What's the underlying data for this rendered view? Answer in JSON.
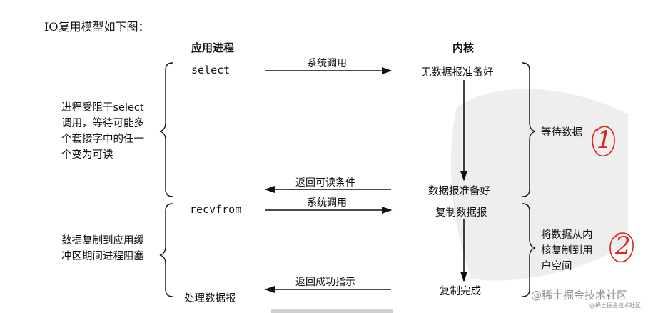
{
  "intro_text": "IO复用模型如下图：",
  "headers": {
    "app": "应用进程",
    "kernel": "内核"
  },
  "app_calls": {
    "select": "select",
    "recvfrom": "recvfrom",
    "process": "处理数据报"
  },
  "arrows": {
    "syscall_1": "系统调用",
    "return_readable": "返回可读条件",
    "syscall_2": "系统调用",
    "return_success": "返回成功指示"
  },
  "kernel_states": {
    "no_datagram": "无数据报准备好",
    "datagram_ready": "数据报准备好",
    "copy_datagram": "复制数据报",
    "copy_complete": "复制完成"
  },
  "left_notes": {
    "blocked_select": [
      "进程受阻于select",
      "调用，等待可能多",
      "个套接字中的任一",
      "个变为可读"
    ],
    "blocked_copy": [
      "数据复制到应用缓",
      "冲区期间进程阻塞"
    ]
  },
  "right_notes": {
    "wait_data": "等待数据",
    "copy_to_user": [
      "将数据从内",
      "核复制到用",
      "户空间"
    ]
  },
  "annotations": {
    "mark_1": "1",
    "mark_2": "2"
  },
  "watermark": {
    "main": "@稀土掘金技术社区",
    "sub": "@稀土掘金技术社区"
  }
}
